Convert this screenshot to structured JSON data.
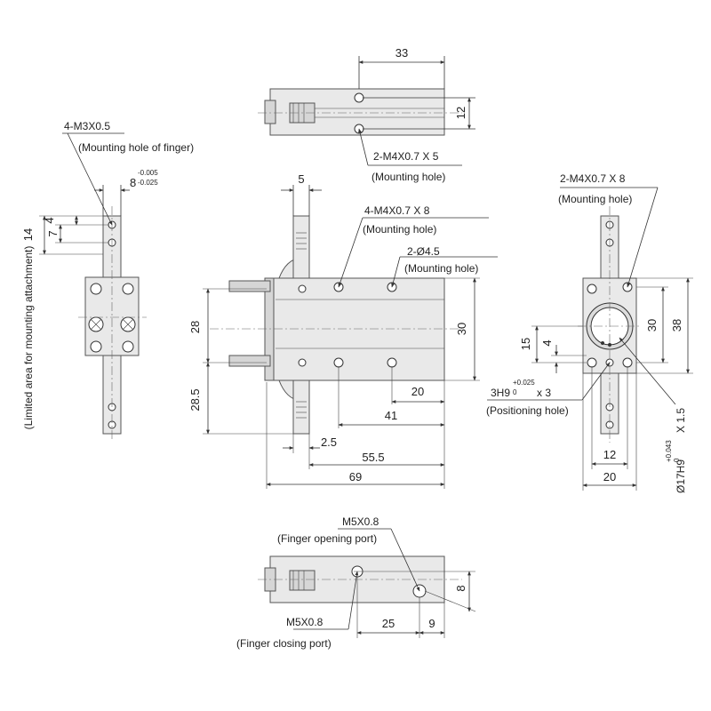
{
  "top_view": {
    "dim_width": "33",
    "dim_height": "12",
    "hole_label": "2-M4X0.7 X 5",
    "hole_note": "(Mounting hole)"
  },
  "left_view": {
    "thread_label": "4-M3X0.5",
    "thread_note": "(Mounting hole of finger)",
    "dim_width": "8",
    "tol_upper": "-0.005",
    "tol_lower": "-0.025",
    "dim_7": "7",
    "dim_4": "4",
    "dim_14": "14",
    "limited_area": "(Limited area for mounting attachment)"
  },
  "front_view": {
    "dim_5": "5",
    "holes_label": "4-M4X0.7 X 8",
    "holes_note": "(Mounting hole)",
    "thru_label": "2-Ø4.5",
    "thru_note": "(Mounting hole)",
    "dim_28": "28",
    "dim_28_5": "28.5",
    "dim_30": "30",
    "dim_20": "20",
    "dim_41": "41",
    "dim_2_5": "2.5",
    "dim_55_5": "55.5",
    "dim_69": "69"
  },
  "right_view": {
    "hole_label": "2-M4X0.7 X 8",
    "hole_note": "(Mounting hole)",
    "dim_15": "15",
    "dim_4": "4",
    "dim_30": "30",
    "dim_38": "38",
    "pos_label": "3H9",
    "pos_tol_upper": "+0.025",
    "pos_tol_lower": "0",
    "pos_depth": "x 3",
    "pos_note": "(Positioning hole)",
    "bore_label": "Ø17H9",
    "bore_tol_upper": "+0.043",
    "bore_tol_lower": "0",
    "bore_depth": "X 1.5",
    "dim_12": "12",
    "dim_20": "20"
  },
  "bottom_view": {
    "open_label": "M5X0.8",
    "open_note": "(Finger opening port)",
    "close_label": "M5X0.8",
    "close_note": "(Finger closing port)",
    "dim_8": "8",
    "dim_25": "25",
    "dim_9": "9"
  }
}
